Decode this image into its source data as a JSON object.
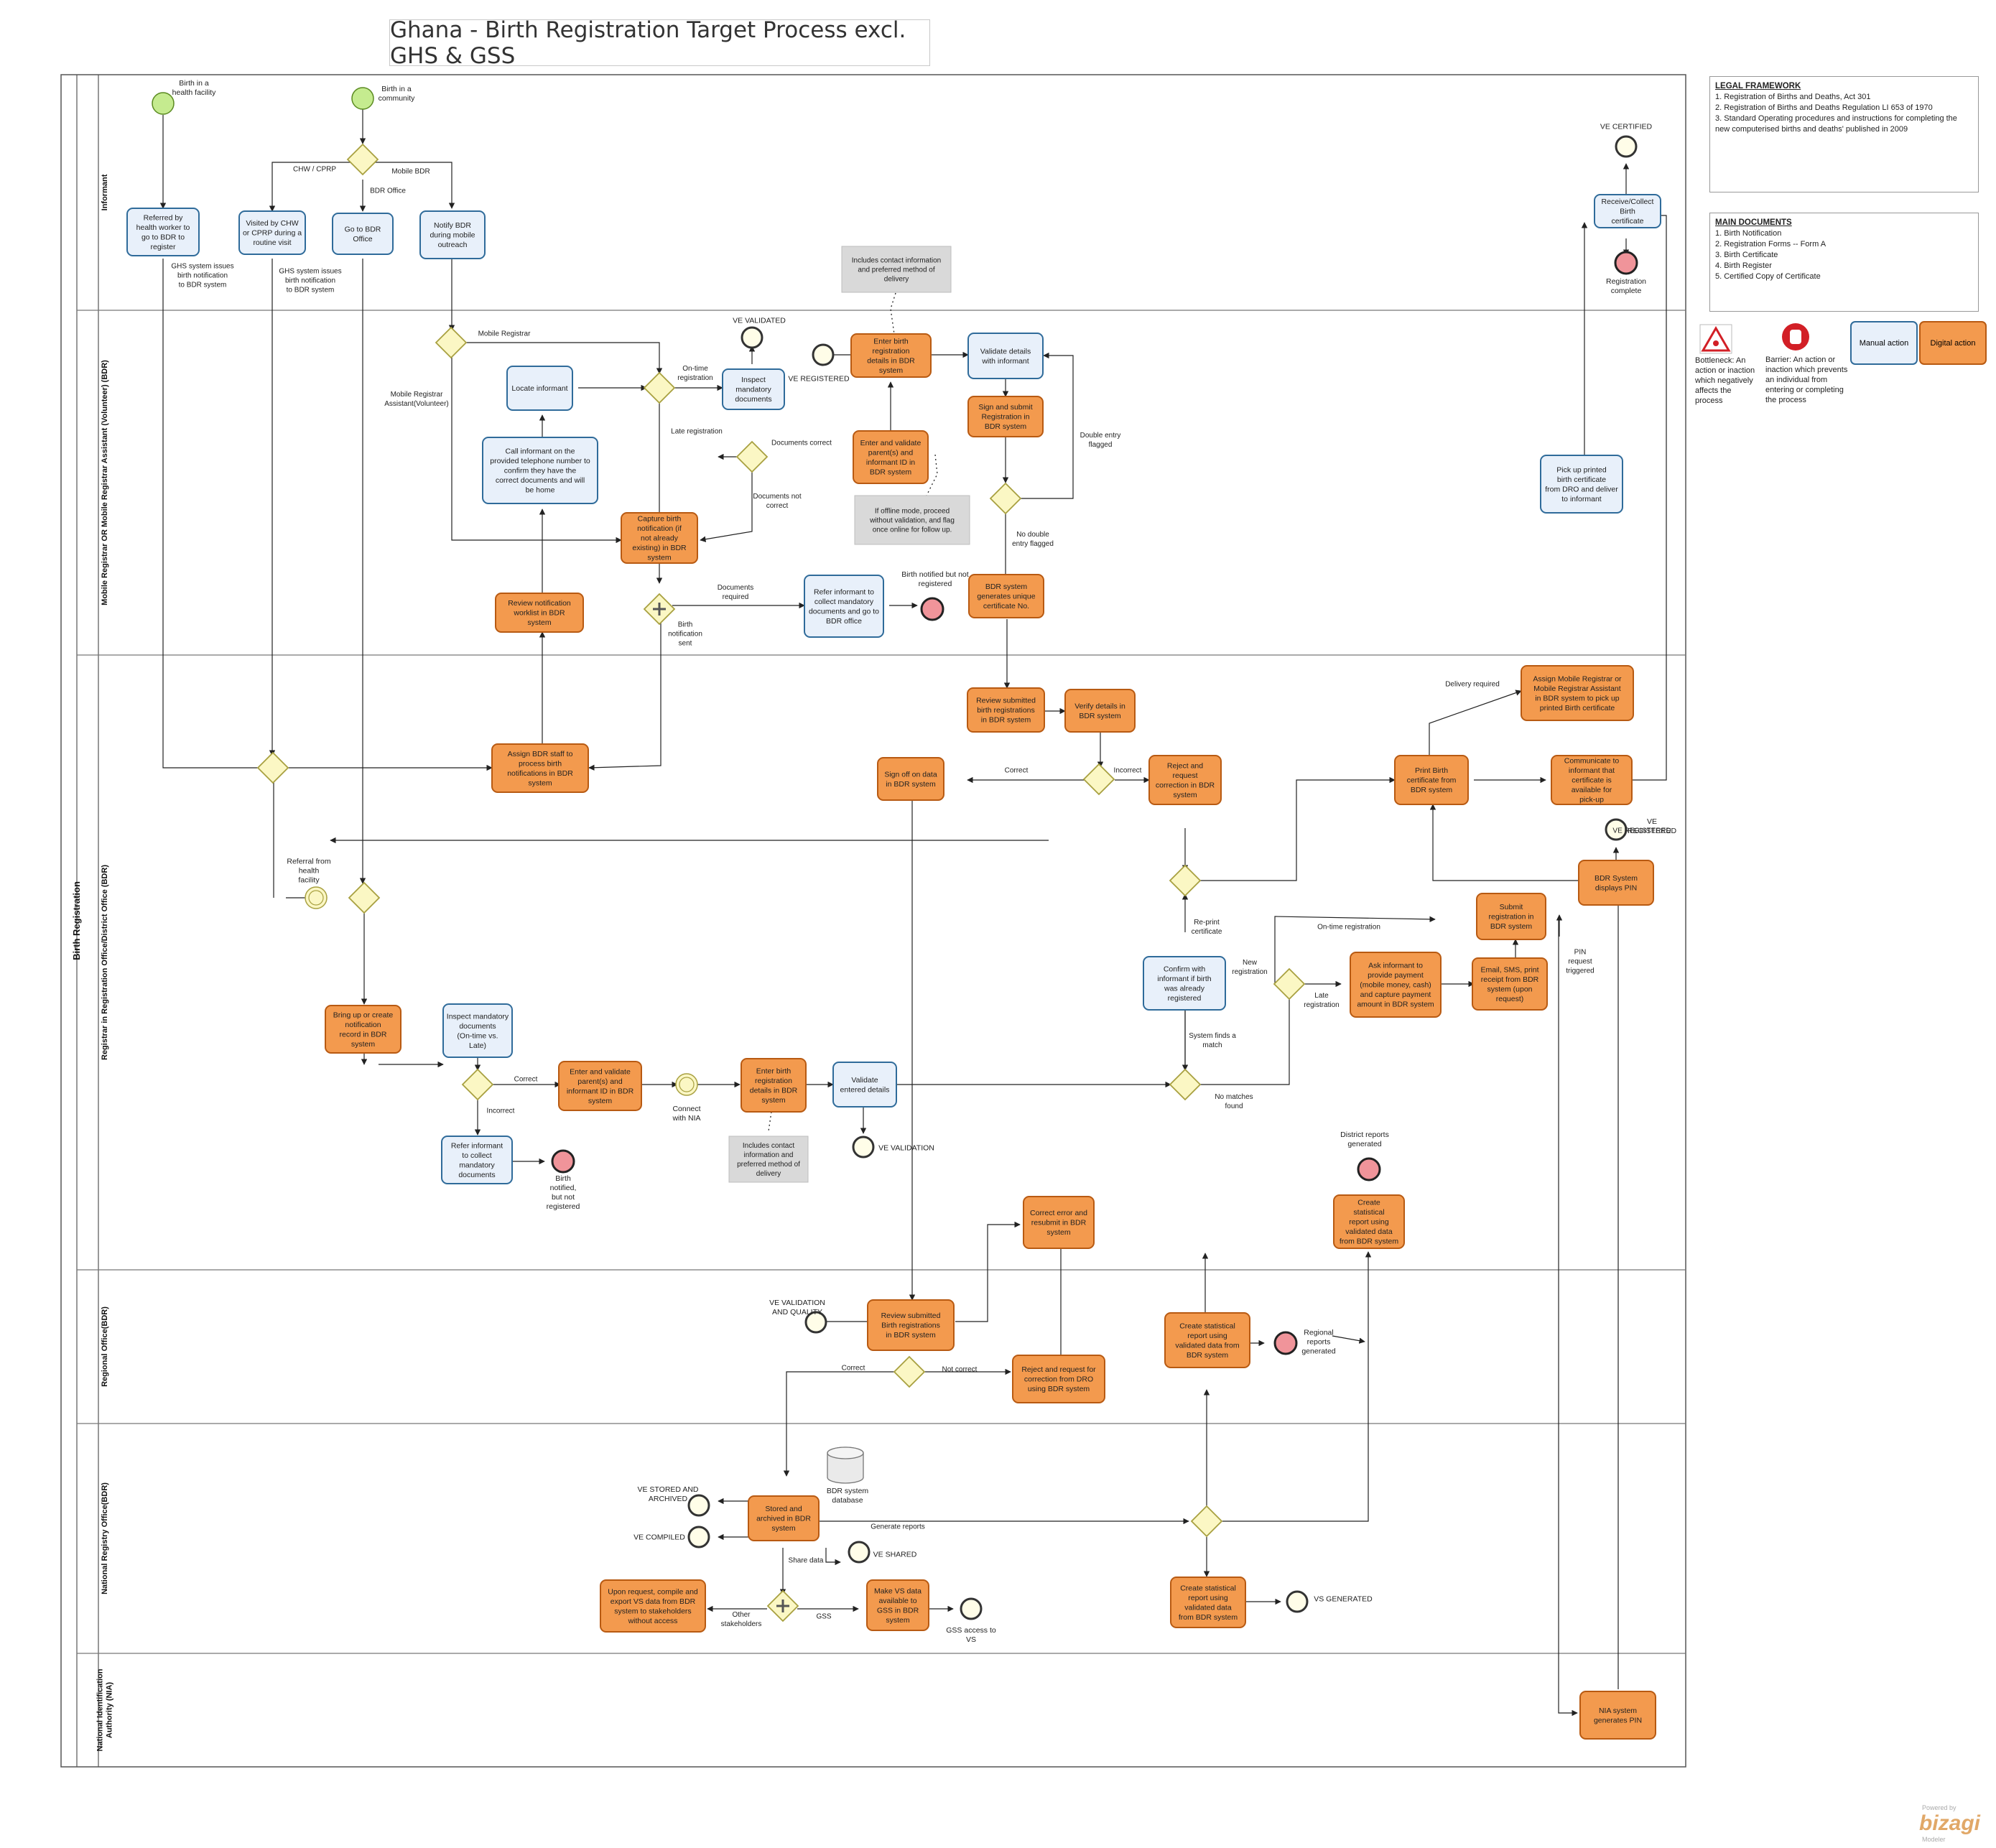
{
  "title": "Ghana - Birth Registration Target Process excl. GHS & GSS",
  "pool": "Birth Registration",
  "lanes": [
    "Informant",
    "Mobile Registrar OR Mobile Registrar Assistant (Volunteer) (BDR)",
    "Registrar in Registration Office/District Office (BDR)",
    "Regional  Office(BDR)",
    "National Registry Office(BDR)",
    "National Identification Authority (NIA)"
  ],
  "legal_framework": {
    "heading": "LEGAL FRAMEWORK",
    "items": [
      "1. Registration of Births and Deaths, Act 301",
      "2. Registration of Births and Deaths Regulation LI 653 of 1970",
      "3. Standard Operating procedures and instructions for completing the new computerised births and deaths' published in 2009"
    ]
  },
  "main_documents": {
    "heading": "MAIN DOCUMENTS",
    "items": [
      "1. Birth Notification",
      "2. Registration Forms -- Form A",
      "3. Birth Certificate",
      "4. Birth Register",
      "5. Certified Copy of Certificate"
    ]
  },
  "legend": {
    "bottleneck": "Bottleneck: An action or inaction which negatively affects the process",
    "barrier": "Barrier: An action or inaction which prevents an individual from entering or completing the process",
    "manual": "Manual action",
    "digital": "Digital action"
  },
  "colors": {
    "manual_fill": "#e8f0fa",
    "manual_stroke": "#2f6b9a",
    "digital_fill": "#f39a4e",
    "digital_stroke": "#b85a12",
    "gateway_fill": "#fbf7c4",
    "gateway_stroke": "#a8a040",
    "start_fill": "#c5eb8f",
    "end_fill": "#f0949a",
    "annotation_fill": "#d9d9d9"
  },
  "tasks": {
    "t_referred": "Referred by health worker to go to BDR to register",
    "t_visited": "Visited by CHW or CPRP during a routine visit",
    "t_gotobdr": "Go to BDR Office",
    "t_notifybdr": "Notify BDR during mobile outreach",
    "t_receive": "Receive/Collect Birth certificate",
    "t_locate": "Locate informant",
    "t_call": "Call informant on the provided telephone number to confirm they have the correct documents and will be home",
    "t_inspect_m": "Inspect mandatory documents",
    "t_enter_m": "Enter birth registration details in BDR system",
    "t_validate_m": "Validate details with informant",
    "t_sign": "Sign and submit Registration in BDR system",
    "t_enterval_m": "Enter and validate parent(s) and informant ID in BDR system",
    "t_capture": "Capture birth notification (if not already existing) in BDR system",
    "t_review_wl": "Review notification worklist in BDR system",
    "t_refer_m": "Refer informant to collect mandatory documents and go to BDR office",
    "t_uniqueno": "BDR system generates unique certificate No.",
    "t_pickup": "Pick up printed birth certificate from DRO and deliver to informant",
    "t_assign_mr": "Assign Mobile Registrar or Mobile Registrar Assistant in BDR system to pick up printed Birth certificate",
    "t_review_sub": "Review submitted birth registrations in BDR system",
    "t_verify": "Verify details in BDR system",
    "t_assign_bdr": "Assign BDR staff to process birth notifications in BDR system",
    "t_signoff": "Sign off on data in BDR system",
    "t_reject_d": "Reject and request correction in BDR system",
    "t_print": "Print Birth certificate from BDR system",
    "t_communicate": "Communicate to informant that certificate is available for pick-up",
    "t_displaypin": "BDR System displays PIN",
    "t_confirm": "Confirm with informant if birth was already registered",
    "t_submit_d": "Submit registration in BDR system",
    "t_ask": "Ask informant to provide payment (mobile money, cash) and capture payment amount in BDR system",
    "t_email": "Email, SMS, print receipt from BDR system (upon request)",
    "t_bringup": "Bring up or create notification record in BDR system",
    "t_inspect_d": "Inspect mandatory documents (On-time vs. Late)",
    "t_enterval_d": "Enter and validate parent(s) and informant ID in BDR system",
    "t_enter_d": "Enter birth registration details in BDR system",
    "t_validate_d": "Validate entered details",
    "t_refer_d": "Refer informant to collect mandatory documents",
    "t_correct_err": "Correct error and resubmit in BDR system",
    "t_stat_d": "Create statistical report using validated data from BDR system",
    "t_review_reg": "Review submitted Birth registrations in BDR system",
    "t_reject_r": "Reject and request for correction from DRO using BDR system",
    "t_stat_r": "Create statistical report using validated data from BDR system",
    "t_stored": "Stored and archived in BDR system",
    "t_upon": "Upon request, compile and export VS data from BDR system to stakeholders without access",
    "t_makevs": "Make VS data available to GSS in BDR system",
    "t_stat_n": "Create statistical report using validated data from BDR system",
    "t_nia": "NIA system generates PIN"
  },
  "annotations": {
    "a1": "Includes contact information and preferred method of delivery",
    "a2": "If offline mode, proceed without validation, and flag once online for follow up.",
    "a3": "Includes contact information and preferred method of delivery"
  },
  "database_label": "BDR system database",
  "event_labels": {
    "s_health": "Birth in a health facility",
    "s_community": "Birth in a community",
    "e_certified": "VE CERTIFIED",
    "e_complete": "Registration complete",
    "e_validated": "VE VALIDATED",
    "e_registered_m": "VE REGISTERED",
    "e_notified_m": "Birth notified but not registered",
    "e_registered_d": "VE REGISTERED",
    "i_referral": "Referral from health facility",
    "i_nia": "Connect with NIA",
    "e_validation": "VE VALIDATION",
    "e_notified_d": "Birth notified, but not registered",
    "e_district_rep": "District reports generated",
    "e_qual": "VE VALIDATION  AND QUALITY",
    "e_regional_rep": "Regional reports generated",
    "e_stored": "VE STORED AND ARCHIVED",
    "e_compiled": "VE COMPILED",
    "e_shared": "VE SHARED",
    "e_gss": "GSS access to VS",
    "e_vsgen": "VS GENERATED"
  },
  "flow_labels": {
    "f_chw": "CHW / CPRP",
    "f_mobile": "Mobile BDR",
    "f_bdroffice": "BDR Office",
    "f_ghs1": "GHS system issues birth notification to BDR system",
    "f_ghs2": "GHS system issues birth notification to BDR system",
    "f_mobreg": "Mobile Registrar",
    "f_mra": "Mobile Registrar Assistant(Volunteer)",
    "f_ontime": "On-time registration",
    "f_late": "Late registration",
    "f_doccorrect": "Documents  correct",
    "f_docnot": "Documents not correct",
    "f_docreq": "Documents required",
    "f_notifsent": "Birth notification sent",
    "f_double": "Double entry flagged",
    "f_nodouble": "No double entry flagged",
    "f_delivery": "Delivery required",
    "f_correct1": "Correct",
    "f_incorrect1": "Incorrect",
    "f_reprint": "Re-print certificate",
    "f_newreg": "New registration",
    "f_ontime2": "On-time registration",
    "f_late2": "Late registration",
    "f_finds": "System finds a match",
    "f_nomatch": "No matches found",
    "f_pinreq": "PIN request triggered",
    "f_correct2": "Correct",
    "f_incorrect2": "Incorrect",
    "f_correct3": "Correct",
    "f_notcorrect": "Not correct",
    "f_genrep": "Generate reports",
    "f_share": "Share data",
    "f_other": "Other stakeholders",
    "f_gss": "GSS",
    "f_veregistered_top": "VE REGISTERED"
  },
  "branding": {
    "powered": "Powered by",
    "name": "bizagi",
    "product": "Modeler"
  }
}
